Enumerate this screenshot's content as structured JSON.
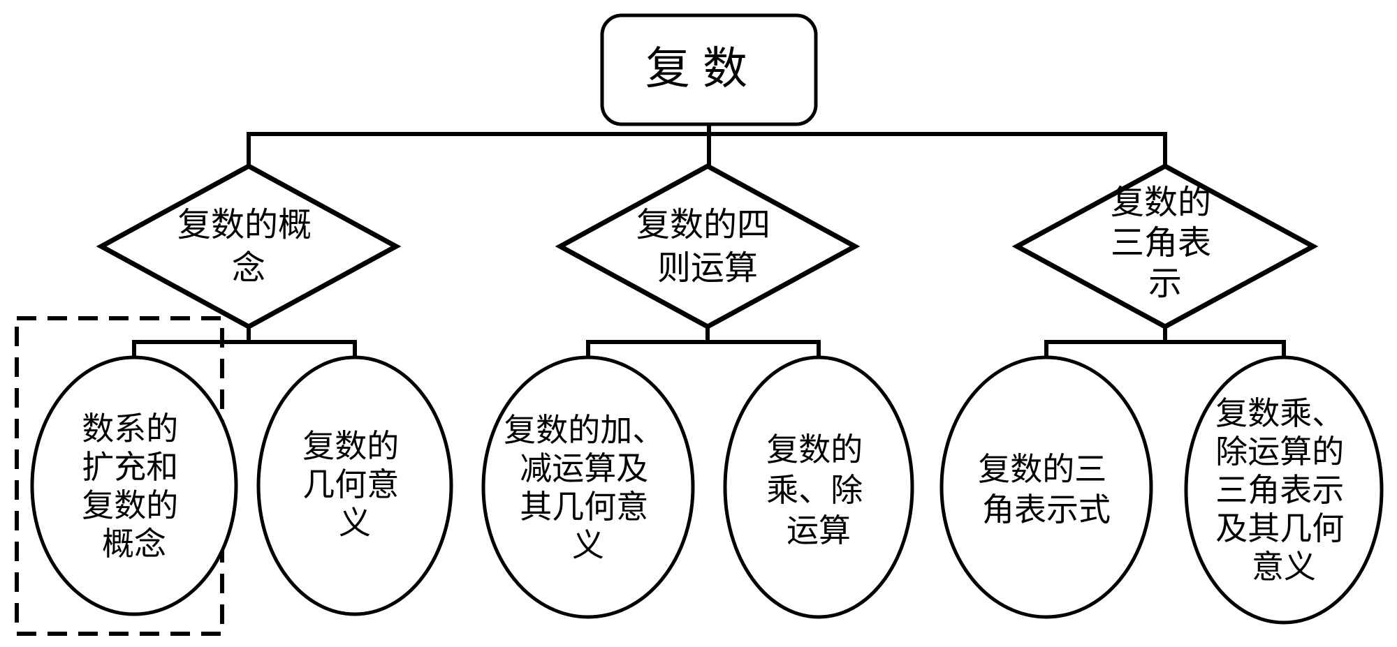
{
  "diagram": {
    "root": {
      "label": "复数",
      "shape": "rounded-rectangle"
    },
    "branches": [
      {
        "label": "复数的概念",
        "lines": [
          "复数的概",
          "念"
        ],
        "shape": "diamond",
        "children": [
          {
            "label": "数系的扩充和复数的概念",
            "lines": [
              "数系的",
              "扩充和",
              "复数的",
              "概念"
            ],
            "shape": "ellipse",
            "highlighted_with_dashed_box": true
          },
          {
            "label": "复数的几何意义",
            "lines": [
              "复数的",
              "几何意",
              "义"
            ],
            "shape": "ellipse"
          }
        ]
      },
      {
        "label": "复数的四则运算",
        "lines": [
          "复数的四",
          "则运算"
        ],
        "shape": "diamond",
        "children": [
          {
            "label": "复数的加、减运算及其几何意义",
            "lines": [
              "复数的加、",
              "减运算及",
              "其几何意",
              "义"
            ],
            "shape": "ellipse"
          },
          {
            "label": "复数的乘、除运算",
            "lines": [
              "复数的",
              "乘、除",
              "运算"
            ],
            "shape": "ellipse"
          }
        ]
      },
      {
        "label": "复数的三角表示",
        "lines": [
          "复数的",
          "三角表",
          "示"
        ],
        "shape": "diamond",
        "children": [
          {
            "label": "复数的三角表示式",
            "lines": [
              "复数的三",
              "角表示式"
            ],
            "shape": "ellipse"
          },
          {
            "label": "复数乘、除运算的三角表示及其几何意义",
            "lines": [
              "复数乘、",
              "除运算的",
              "三角表示",
              "及其几何",
              "意义"
            ],
            "shape": "ellipse"
          }
        ]
      }
    ],
    "colors": {
      "stroke": "#000000",
      "background": "#ffffff"
    }
  }
}
